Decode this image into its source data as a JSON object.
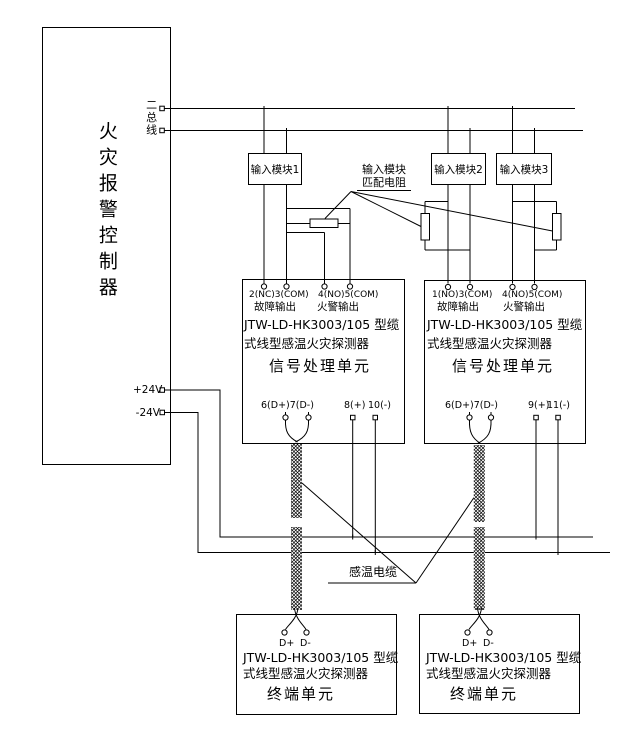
{
  "controller": {
    "label": "火灾报警控制器",
    "bus_label": "二总线",
    "v_plus": "+24V",
    "v_minus": "-24V"
  },
  "input_modules": [
    {
      "label": "输入模块1"
    },
    {
      "label": "输入模块2"
    },
    {
      "label": "输入模块3"
    }
  ],
  "matching_resistor_note": {
    "line1": "输入模块",
    "line2": "匹配电阻"
  },
  "signal_units": [
    {
      "fault_terminals": "2(NC)3(COM)",
      "fire_terminals": "4(NO)5(COM)",
      "fault_label": "故障输出",
      "fire_label": "火警输出",
      "model_line1": "JTW-LD-HK3003/105 型缆",
      "model_line2": "式线型感温火灾探测器",
      "unit_label": "信号处理单元",
      "data_terminals": "6(D+)7(D-)",
      "power_plus": "8(+)",
      "power_minus": "10(-)"
    },
    {
      "fault_terminals": "1(NO)3(COM)",
      "fire_terminals": "4(NO)5(COM)",
      "fault_label": "故障输出",
      "fire_label": "火警输出",
      "model_line1": "JTW-LD-HK3003/105 型缆",
      "model_line2": "式线型感温火灾探测器",
      "unit_label": "信号处理单元",
      "data_terminals": "6(D+)7(D-)",
      "power_plus": "9(+)",
      "power_minus": "11(-)"
    }
  ],
  "cable_label": "感温电缆",
  "terminal_units": [
    {
      "d_plus": "D+",
      "d_minus": "D-",
      "model_line1": "JTW-LD-HK3003/105 型缆",
      "model_line2": "式线型感温火灾探测器",
      "unit_label": "终端单元"
    },
    {
      "d_plus": "D+",
      "d_minus": "D-",
      "model_line1": "JTW-LD-HK3003/105 型缆",
      "model_line2": "式线型感温火灾探测器",
      "unit_label": "终端单元"
    }
  ],
  "colors": {
    "line": "#000000",
    "background": "#ffffff"
  }
}
